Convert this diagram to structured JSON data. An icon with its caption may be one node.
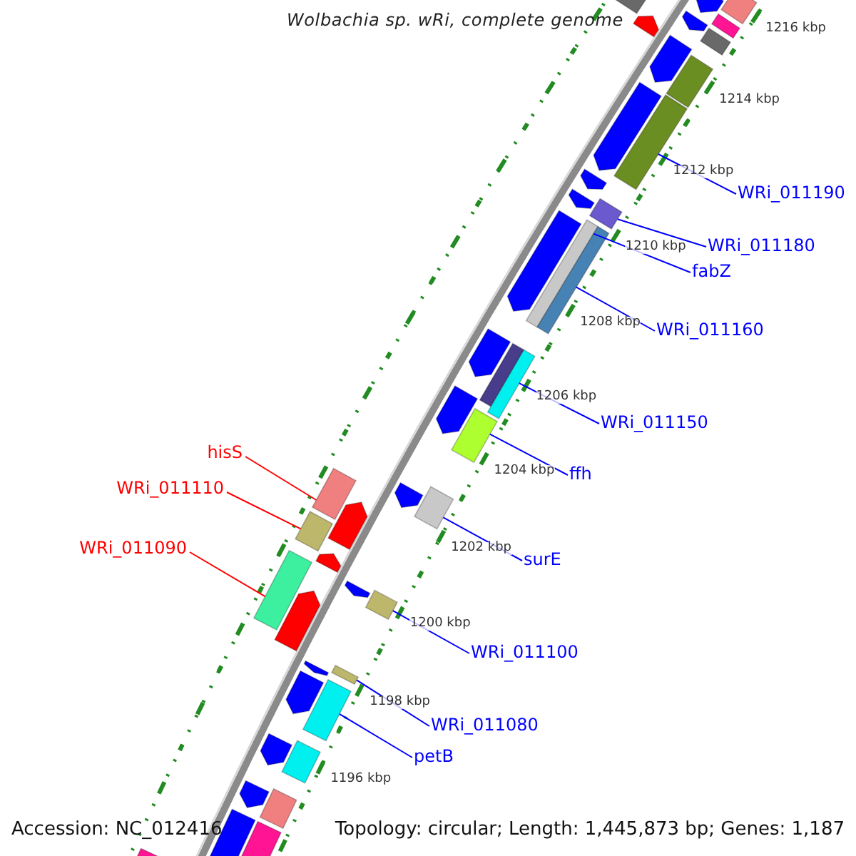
{
  "diagram": {
    "title": "Wolbachia sp. wRi, complete genome",
    "nodes": [
      {
        "text": [
          "WRi_011190"
        ]
      },
      {
        "text": [
          "WRi_011180"
        ]
      },
      {
        "text": [
          "fabZ"
        ]
      },
      {
        "text": [
          "WRi_011160"
        ]
      },
      {
        "text": [
          "WRi_011150"
        ]
      },
      {
        "text": [
          "ffh"
        ]
      },
      {
        "text": [
          "hisS"
        ]
      },
      {
        "text": [
          "WRi_011110"
        ]
      },
      {
        "text": [
          "surE"
        ]
      },
      {
        "text": [
          "WRi_011090"
        ]
      },
      {
        "text": [
          "WRi_011100"
        ]
      },
      {
        "text": [
          "WRi_011080"
        ]
      },
      {
        "text": [
          "petB"
        ]
      },
      {
        "text": [],
        "shape": "arrow"
      },
      {
        "text": [],
        "shape": "bar"
      },
      {
        "text": [],
        "shape": "bar"
      },
      {
        "text": [],
        "shape": "bar"
      },
      {
        "text": [],
        "shape": "arrow"
      },
      {
        "text": [],
        "shape": "bar"
      },
      {
        "text": [],
        "shape": "arrow"
      },
      {
        "text": [],
        "shape": "arrow"
      },
      {
        "text": [],
        "shape": "bar"
      },
      {
        "text": [],
        "shape": "bar"
      },
      {
        "text": [],
        "shape": "arrow"
      },
      {
        "text": [],
        "shape": "arrow"
      },
      {
        "text": [],
        "shape": "bar"
      },
      {
        "text": [],
        "shape": "arrow"
      },
      {
        "text": [],
        "shape": "bar"
      },
      {
        "text": [],
        "shape": "bar"
      },
      {
        "text": [],
        "shape": "arrow"
      },
      {
        "text": [],
        "shape": "arrow"
      },
      {
        "text": [],
        "shape": "bar"
      },
      {
        "text": [],
        "shape": "bar"
      },
      {
        "text": [],
        "shape": "arrow"
      },
      {
        "text": [],
        "shape": "bar"
      },
      {
        "text": [],
        "shape": "bar"
      },
      {
        "text": [],
        "shape": "arrow"
      },
      {
        "text": [],
        "shape": "bar"
      },
      {
        "text": [],
        "shape": "arrow"
      },
      {
        "text": [],
        "shape": "bar"
      },
      {
        "text": [],
        "shape": "arrow"
      },
      {
        "text": [],
        "shape": "bar"
      },
      {
        "text": [],
        "shape": "arrow"
      },
      {
        "text": [],
        "shape": "bar"
      },
      {
        "text": [],
        "shape": "arrow"
      },
      {
        "text": [],
        "shape": "bar"
      },
      {
        "text": [],
        "shape": "arrow"
      },
      {
        "text": [],
        "shape": "bar"
      },
      {
        "text": [],
        "shape": "arrow"
      },
      {
        "text": [],
        "shape": "bar"
      },
      {
        "text": [],
        "shape": "arrow"
      },
      {
        "text": [],
        "shape": "bar"
      },
      {
        "text": [],
        "shape": "arrow"
      },
      {
        "text": [],
        "shape": "arrow"
      },
      {
        "text": [],
        "shape": "bar"
      },
      {
        "text": [],
        "shape": "bar"
      }
    ],
    "edges": [
      {
        "from": 0,
        "to": 22,
        "arrow": "none"
      },
      {
        "from": 1,
        "to": 25,
        "arrow": "none"
      },
      {
        "from": 2,
        "to": 27,
        "arrow": "none"
      },
      {
        "from": 3,
        "to": 28,
        "arrow": "none"
      },
      {
        "from": 4,
        "to": 32,
        "arrow": "none"
      },
      {
        "from": 5,
        "to": 34,
        "arrow": "none"
      },
      {
        "from": 6,
        "to": 37,
        "arrow": "none",
        "color": "#ff0000"
      },
      {
        "from": 7,
        "to": 39,
        "arrow": "none",
        "color": "#ff0000"
      },
      {
        "from": 8,
        "to": 35,
        "arrow": "none"
      },
      {
        "from": 9,
        "to": 43,
        "arrow": "none",
        "color": "#ff0000"
      },
      {
        "from": 10,
        "to": 41,
        "arrow": "none"
      },
      {
        "from": 11,
        "to": 45,
        "arrow": "none"
      },
      {
        "from": 12,
        "to": 47,
        "arrow": "none"
      }
    ],
    "labels": [
      "1216 kbp",
      "1214 kbp",
      "1212 kbp",
      "1210 kbp",
      "1208 kbp",
      "1206 kbp",
      "1204 kbp",
      "1202 kbp",
      "1200 kbp",
      "1198 kbp",
      "1196 kbp",
      "Accession: NC_012416",
      "Topology: circular; Length: 1,445,873 bp; Genes: 1,187"
    ]
  }
}
